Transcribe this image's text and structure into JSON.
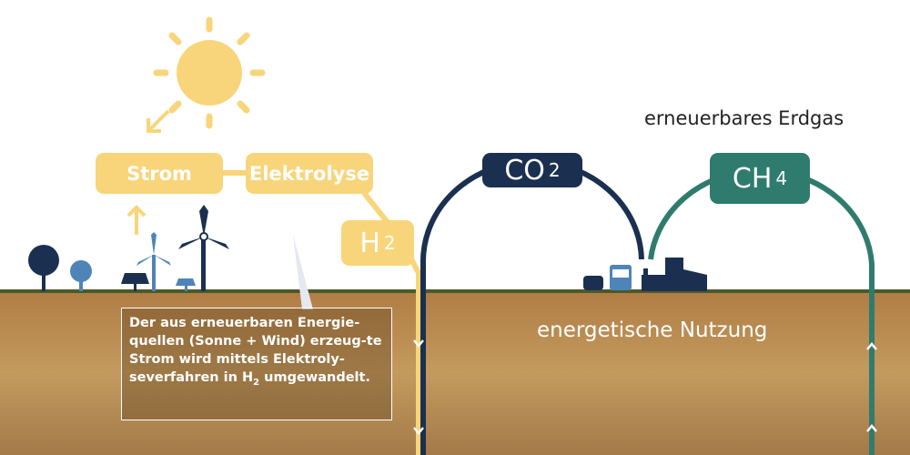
{
  "title": "erneuerbares Erdgas",
  "boxes": {
    "strom": "Strom",
    "elektrolyse": "Elektrolyse",
    "h2": "H",
    "h2_sub": "2",
    "co2": "CO",
    "co2_sub": "2",
    "ch4": "CH",
    "ch4_sub": "4"
  },
  "usage": "energetische Nutzung",
  "note": {
    "text": "Der aus erneuerbaren Energie-quellen (Sonne + Wind) erzeug-te Strom wird mittels Elektroly-severfahren in H",
    "sub": "2",
    "end": " umgewandelt."
  },
  "colors": {
    "yellow": "#f8d57a",
    "navy": "#1b3050",
    "teal": "#2f7c6e",
    "soil": "#b8894f",
    "grass": "#4a5a2a"
  }
}
